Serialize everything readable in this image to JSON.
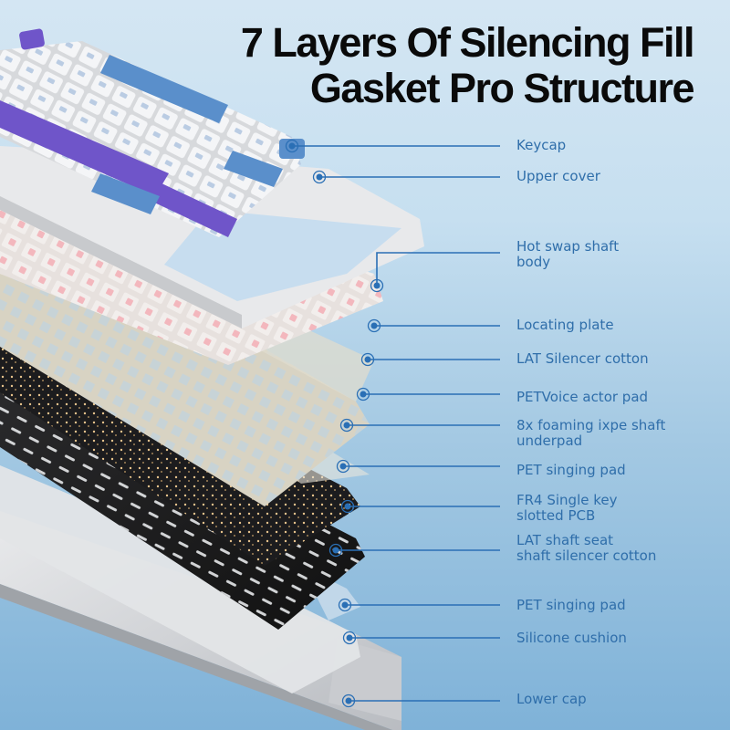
{
  "title": {
    "line1": "7 Layers Of Silencing Fill",
    "line2": "Gasket Pro Structure"
  },
  "colors": {
    "accent": "#2a6fb5",
    "label_text": "#2f6eaa",
    "title_text": "#0a0a0a",
    "keycap_blue": "#5a8fcb",
    "keycap_purple": "#6f55c9",
    "switch_pink": "#f3b7bd"
  },
  "callouts": [
    {
      "id": "keycap",
      "label": "Keycap"
    },
    {
      "id": "upper-cover",
      "label": "Upper cover"
    },
    {
      "id": "hot-swap-shaft-body",
      "label": "Hot swap shaft\nbody"
    },
    {
      "id": "locating-plate",
      "label": "Locating plate"
    },
    {
      "id": "lat-silencer-cotton",
      "label": "LAT Silencer cotton"
    },
    {
      "id": "petvoice-actor-pad",
      "label": "PETVoice actor pad"
    },
    {
      "id": "ixpe-shaft-underpad",
      "label": "8x foaming ixpe shaft\nunderpad"
    },
    {
      "id": "pet-singing-pad-1",
      "label": "PET singing pad"
    },
    {
      "id": "fr4-pcb",
      "label": "FR4 Single key\nslotted PCB"
    },
    {
      "id": "lat-shaft-seat-cotton",
      "label": "LAT shaft seat\nshaft silencer cotton"
    },
    {
      "id": "pet-singing-pad-2",
      "label": "PET singing pad"
    },
    {
      "id": "silicone-cushion",
      "label": "Silicone cushion"
    },
    {
      "id": "lower-cap",
      "label": "Lower cap"
    }
  ]
}
